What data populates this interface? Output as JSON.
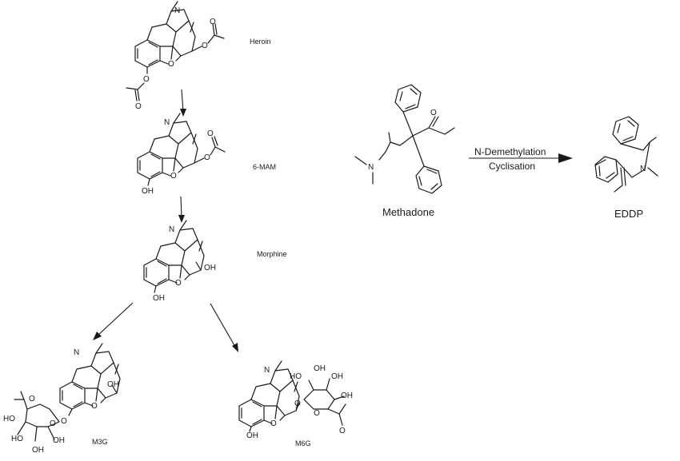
{
  "compounds": {
    "heroin": "Heroin",
    "mam": "6-MAM",
    "morphine": "Morphine",
    "m3g": "M3G",
    "m6g": "M6G",
    "methadone": "Methadone",
    "eddp": "EDDP"
  },
  "reaction": {
    "line1": "N-Demethylation",
    "line2": "Cyclisation"
  },
  "atoms": {
    "n": "N",
    "o": "O",
    "oh": "OH",
    "ho": "HO"
  }
}
